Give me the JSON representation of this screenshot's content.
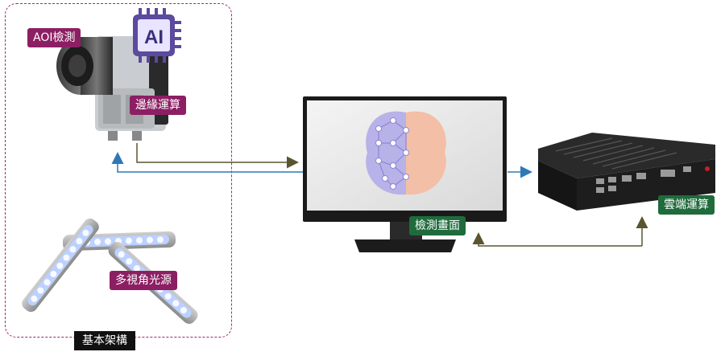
{
  "labels": {
    "aoi": "AOI檢測",
    "ai_chip": "AI",
    "edge": "邊緣運算",
    "light": "多視角光源",
    "base": "基本架構",
    "screen": "檢測畫面",
    "cloud": "雲端運算"
  },
  "colors": {
    "purple": "#8c1f63",
    "green": "#1f6b3c",
    "arrow_olive": "#5a5530",
    "arrow_blue": "#2f78b5"
  }
}
